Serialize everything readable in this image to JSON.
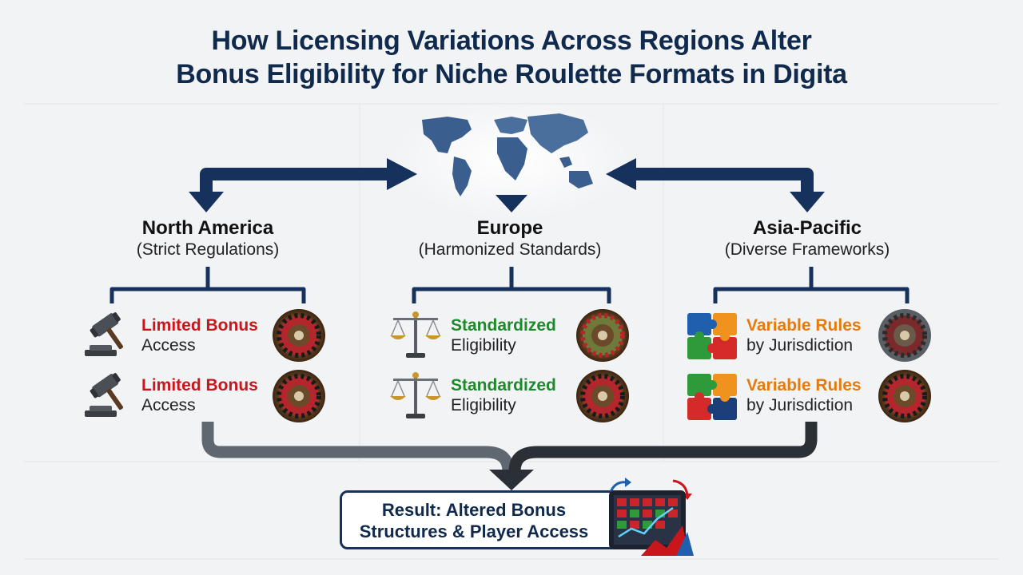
{
  "title": {
    "line1": "How Licensing Variations Across Regions Alter",
    "line2": "Bonus Eligibility for Niche Roulette Formats in Digita"
  },
  "regions": [
    {
      "name": "North America",
      "subtitle": "(Strict Regulations)",
      "icon": "gavel-icon",
      "accent": "#c9161c",
      "rows": [
        {
          "highlight": "Limited Bonus",
          "rest": "Access"
        },
        {
          "highlight": "Limited Bonus",
          "rest": "Access"
        }
      ]
    },
    {
      "name": "Europe",
      "subtitle": "(Harmonized Standards)",
      "icon": "scales-icon",
      "accent": "#1d8a2c",
      "rows": [
        {
          "highlight": "Standardized",
          "rest": "Eligibility"
        },
        {
          "highlight": "Standardized",
          "rest": "Eligibility"
        }
      ]
    },
    {
      "name": "Asia-Pacific",
      "subtitle": "(Diverse Frameworks)",
      "icon": "puzzle-icon",
      "accent": "#e57b0c",
      "rows": [
        {
          "highlight": "Variable Rules",
          "rest": "by Jurisdiction"
        },
        {
          "highlight": "Variable Rules",
          "rest": "by Jurisdiction"
        }
      ]
    }
  ],
  "result": {
    "line1": "Result: Altered Bonus",
    "line2": "Structures & Player Access"
  },
  "colors": {
    "navy": "#16325c",
    "title": "#0f2a4d",
    "arrow_gray": "#5f6771",
    "arrow_dark": "#2b2f36",
    "roulette_red": "#b3262b"
  }
}
